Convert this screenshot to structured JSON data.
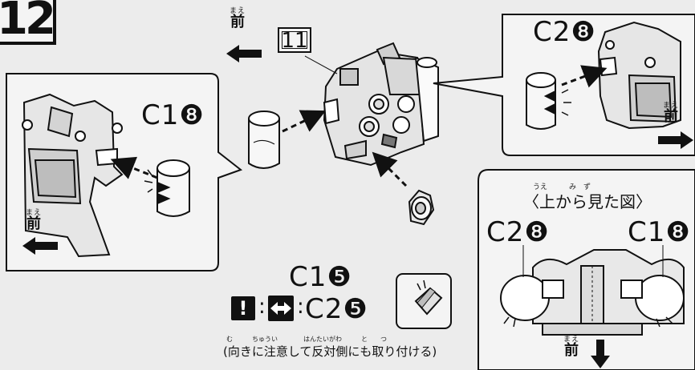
{
  "step": {
    "number": "12",
    "ref_step": "11"
  },
  "labels": {
    "front_ruby": "まえ",
    "front": "前",
    "part_c1_8_main": "C1❽",
    "part_c2_8_inset": "C2❽",
    "part_c1_5": "C1❺",
    "part_c2_5": "C2❺",
    "view_from_top_ruby": "うえ　　　み　ず",
    "view_from_top": "〈上から見た図〉",
    "top_view_left": "C2❽",
    "top_view_right": "C1❽",
    "colon": ":",
    "caution_mark": "!"
  },
  "note": {
    "ruby": "む　　　ちゅうい　　　　はんたいがわ　　　と　　つ",
    "text": "(向きに注意して反対側にも取り付ける)"
  },
  "icons": {
    "caution": "exclamation-icon",
    "flip": "flip-direction-icon",
    "arrow": "direction-arrow-icon"
  },
  "colors": {
    "ink": "#111111",
    "paper": "#ececec",
    "panel": "#f4f4f4"
  }
}
